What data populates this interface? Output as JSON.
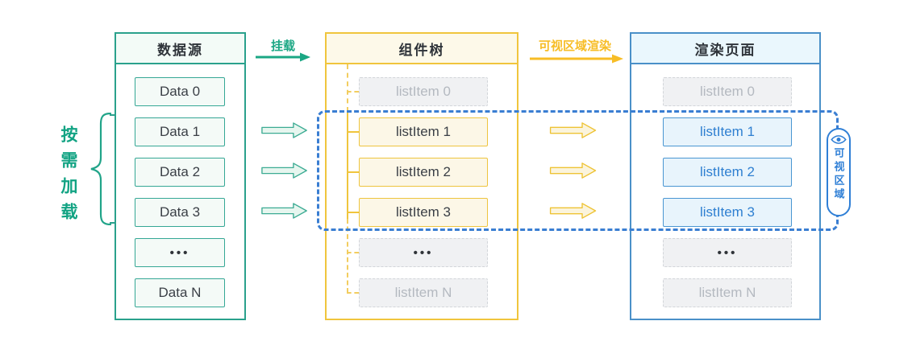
{
  "annotation": {
    "label": "按需加载"
  },
  "flow_labels": {
    "mount": "挂载",
    "render": "可视区域渲染"
  },
  "columns": {
    "source": {
      "title": "数据源",
      "items": [
        "Data 0",
        "Data 1",
        "Data 2",
        "Data 3",
        "•••",
        "Data N"
      ]
    },
    "tree": {
      "title": "组件树",
      "items": [
        "listItem 0",
        "listItem 1",
        "listItem 2",
        "listItem 3",
        "•••",
        "listItem N"
      ]
    },
    "page": {
      "title": "渲染页面",
      "items": [
        "listItem 0",
        "listItem 1",
        "listItem 2",
        "listItem 3",
        "•••",
        "listItem N"
      ]
    }
  },
  "viewport_badge": {
    "label": "可视区域"
  },
  "colors": {
    "teal": "#1ba784",
    "gold": "#f0c53d",
    "blue": "#2f7fd6",
    "viewport_dash": "#3a7ed2",
    "ghost_border": "#d2d5d9",
    "ghost_fill": "#f0f1f3",
    "dark_text": "#3a3f46"
  }
}
